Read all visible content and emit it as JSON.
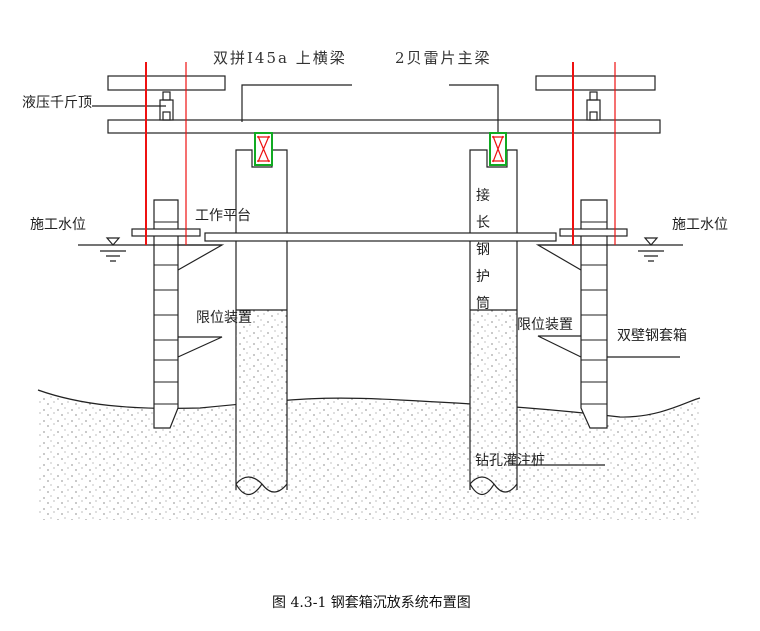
{
  "labels": {
    "upper_beam": "双拼I45a 上横梁",
    "main_girder": "2贝雷片主梁",
    "jack": "液压千斤顶",
    "water_level_left": "施工水位",
    "water_level_right": "施工水位",
    "work_platform": "工作平台",
    "casing": "接长钢护筒",
    "limiter_left": "限位装置",
    "limiter_right": "限位装置",
    "cofferdam": "双壁钢套箱",
    "bored_pile": "钻孔灌注桩"
  },
  "caption": "图 4.3-1 钢套箱沉放系统布置图",
  "colors": {
    "line": "#222222",
    "hanger": "#ee1111",
    "girder_frame": "#11aa22"
  }
}
